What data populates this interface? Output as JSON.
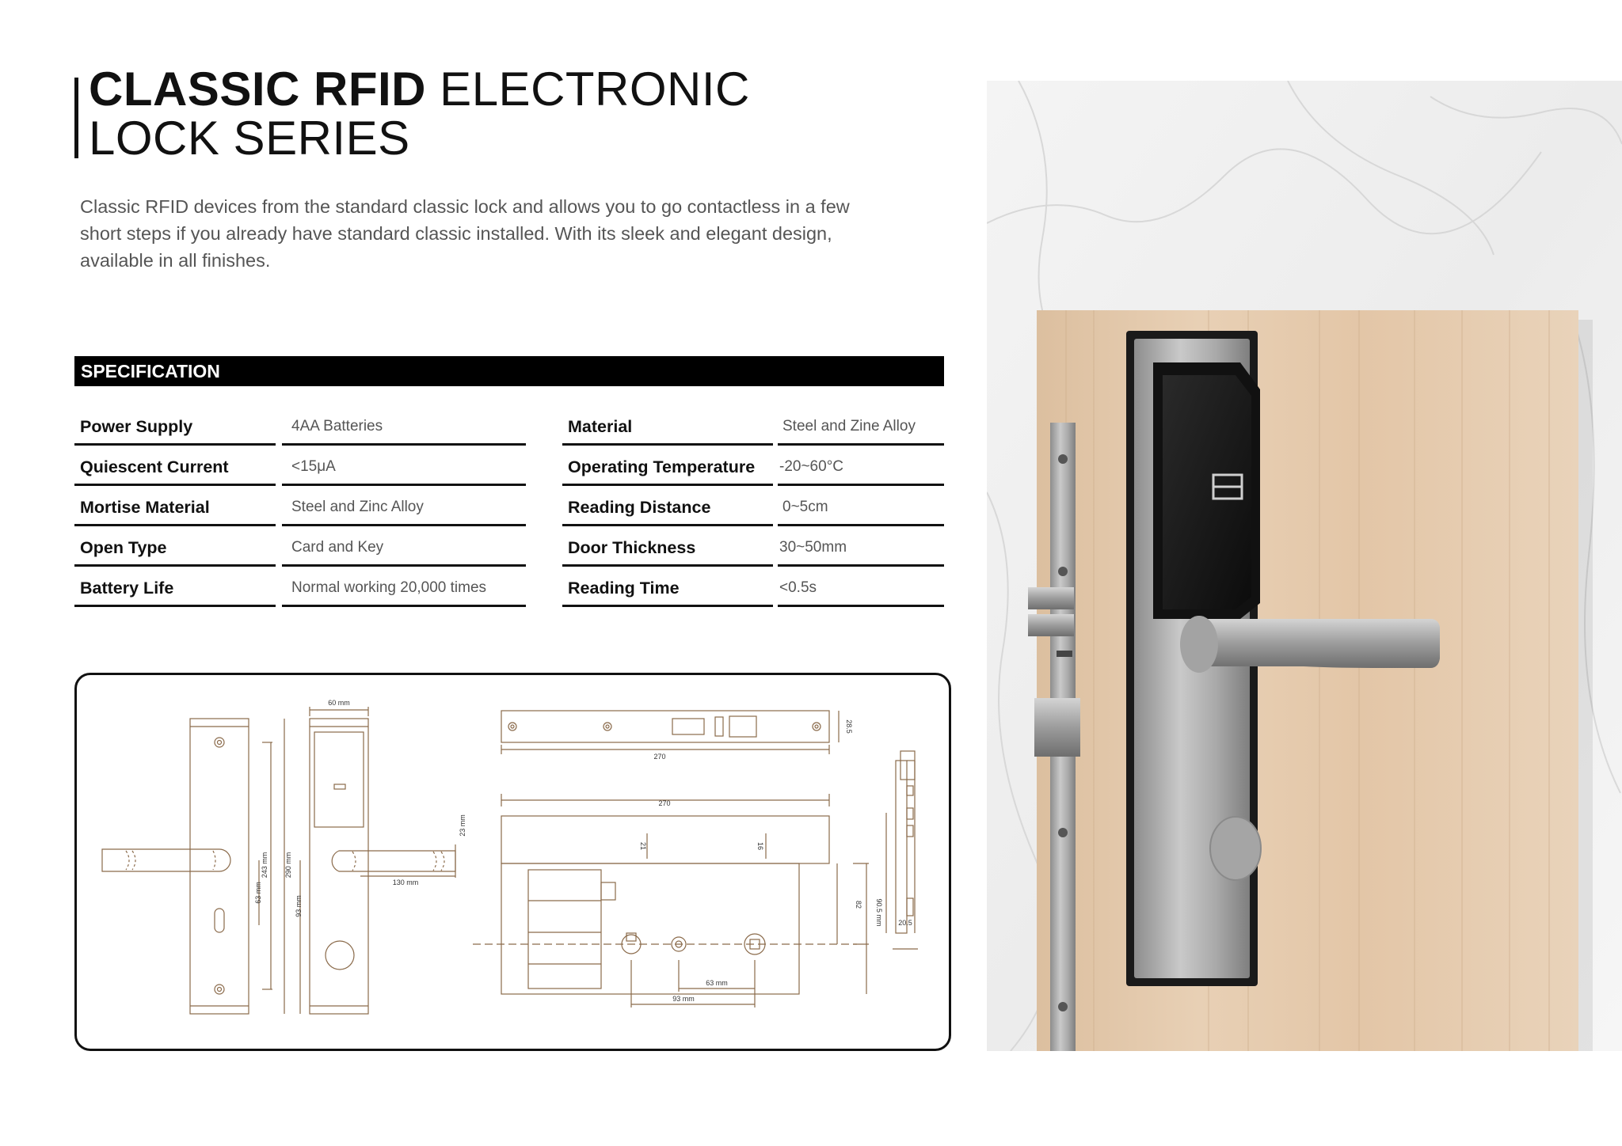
{
  "title": {
    "bold_part": "CLASSIC RFID",
    "light_part_1": "ELECTRONIC",
    "light_part_2": "LOCK SERIES"
  },
  "intro": "Classic RFID devices from the standard classic lock and allows you to go contactless in a few short steps if you already have standard classic installed. With its sleek and elegant design, available in all finishes.",
  "specification": {
    "heading": "SPECIFICATION",
    "left": [
      {
        "label": "Power Supply",
        "value": "4AA Batteries"
      },
      {
        "label": "Quiescent Current",
        "value": "<15μA"
      },
      {
        "label": "Mortise Material",
        "value": "Steel and Zinc Alloy"
      },
      {
        "label": "Open Type",
        "value": "Card and Key"
      },
      {
        "label": "Battery Life",
        "value": "Normal working 20,000 times"
      }
    ],
    "right": [
      {
        "label": "Material",
        "value": "Steel and Zine Alloy"
      },
      {
        "label": "Operating Temperature",
        "value": "-20~60°C"
      },
      {
        "label": "Reading Distance",
        "value": "0~5cm"
      },
      {
        "label": "Door Thickness",
        "value": "30~50mm"
      },
      {
        "label": "Reading Time",
        "value": "<0.5s"
      }
    ]
  },
  "drawing": {
    "dim_60mm": "60 mm",
    "dim_243mm": "243 mm",
    "dim_290mm": "290 mm",
    "dim_63mm_left": "63 mm",
    "dim_93mm_left": "93 mm",
    "dim_130mm": "130 mm",
    "dim_23mm": "23 mm",
    "dim_270_top": "270",
    "dim_28_5": "28.5",
    "dim_270_body": "270",
    "dim_21": "21",
    "dim_16": "16",
    "dim_82": "82",
    "dim_90_5mm": "90.5 mm",
    "dim_20_5": "20.5",
    "dim_63mm_bottom": "63 mm",
    "dim_93mm_bottom": "93 mm"
  }
}
